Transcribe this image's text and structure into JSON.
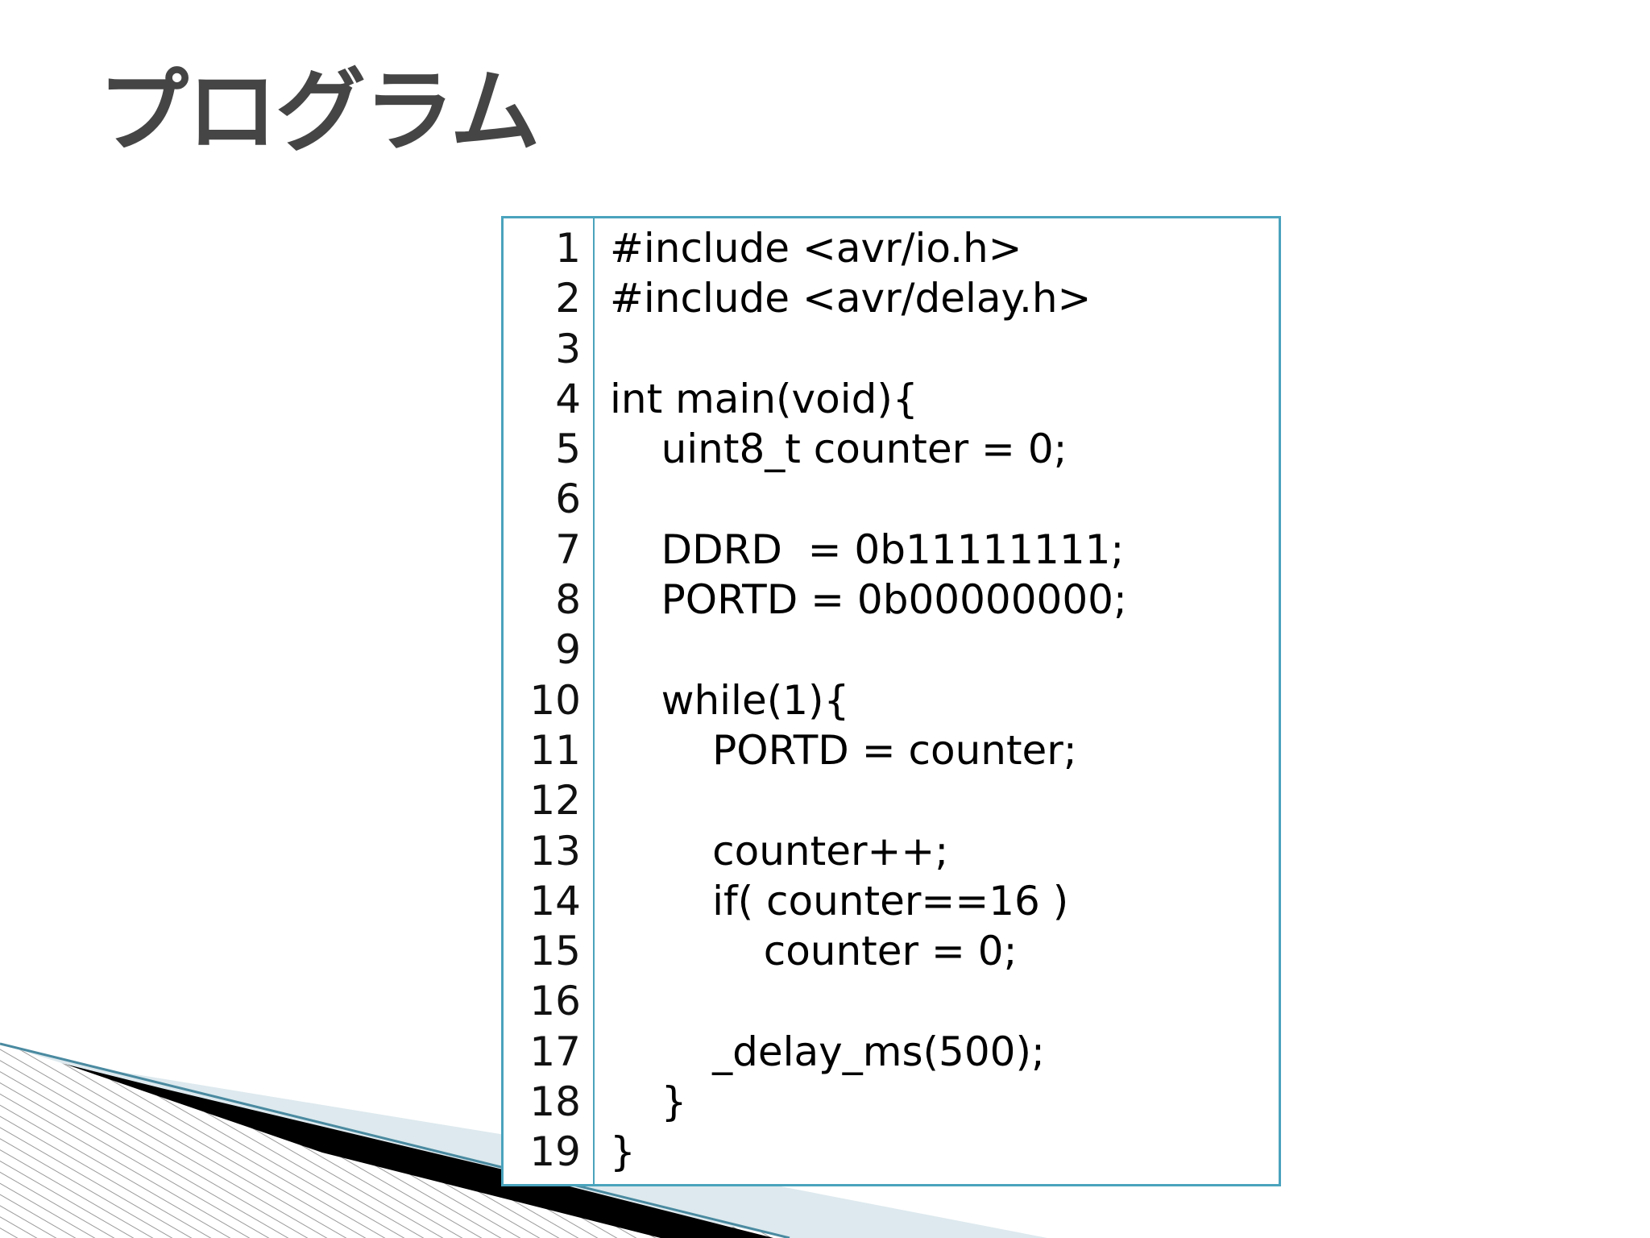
{
  "slide": {
    "title": "プログラム"
  },
  "code": {
    "line_numbers": [
      "1",
      "2",
      "3",
      "4",
      "5",
      "6",
      "7",
      "8",
      "9",
      "10",
      "11",
      "12",
      "13",
      "14",
      "15",
      "16",
      "17",
      "18",
      "19"
    ],
    "lines": [
      "#include <avr/io.h>",
      "#include <avr/delay.h>",
      "",
      "int main(void){",
      "    uint8_t counter = 0;",
      "",
      "    DDRD  = 0b11111111;",
      "    PORTD = 0b00000000;",
      "",
      "    while(1){",
      "        PORTD = counter;",
      "",
      "        counter++;",
      "        if( counter==16 )",
      "            counter = 0;",
      "",
      "        _delay_ms(500);",
      "    }",
      "}"
    ]
  },
  "colors": {
    "title": "#454545",
    "code_border": "#4aa3bd",
    "decor_light": "#dde9ee",
    "decor_dark": "#000000"
  }
}
